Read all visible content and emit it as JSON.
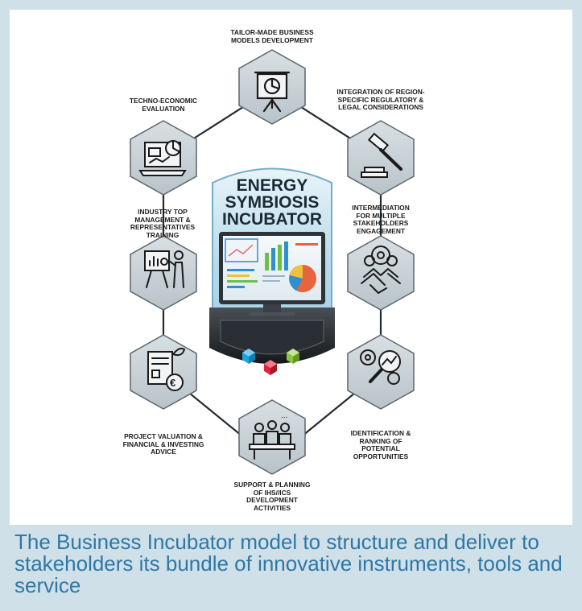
{
  "diagram": {
    "center_title_lines": [
      "ENERGY",
      "SYMBIOSIS",
      "INCUBATOR"
    ],
    "services": [
      {
        "id": "top",
        "label": "TAILOR-MADE BUSINESS\nMODELS DEVELOPMENT",
        "icon": "presentation-board-icon"
      },
      {
        "id": "upper-right",
        "label": "INTEGRATION OF REGION-\nSPECIFIC REGULATORY &\nLEGAL CONSIDERATIONS",
        "icon": "gavel-icon"
      },
      {
        "id": "middle-right",
        "label": "INTERMEDIATION\nFOR MULTIPLE\nSTAKEHOLDERS\nENGAGEMENT",
        "icon": "handshake-icon"
      },
      {
        "id": "lower-right",
        "label": "IDENTIFICATION &\nRANKING OF\nPOTENTIAL\nOPPORTUNITIES",
        "icon": "magnifier-gears-icon"
      },
      {
        "id": "bottom",
        "label": "SUPPORT & PLANNING\nOF IHS//ICS\nDEVELOPMENT\nACTIVITIES",
        "icon": "meeting-table-icon"
      },
      {
        "id": "lower-left",
        "label": "PROJECT VALUATION &\nFINANCIAL & INVESTING\nADVICE",
        "icon": "euro-document-icon"
      },
      {
        "id": "middle-left",
        "label": "INDUSTRY TOP\nMANAGEMENT &\nREPRESENTATIVES\nTRAINING",
        "icon": "trainer-easel-icon"
      },
      {
        "id": "upper-left",
        "label": "TECHNO-ECONOMIC\nEVALUATION",
        "icon": "laptop-analytics-icon"
      }
    ]
  },
  "caption": "The Business Incubator model to structure and deliver to stakeholders its bundle of innovative instruments, tools and service",
  "colors": {
    "caption_text": "#2f77a6",
    "panel_background": "#cfe0e8",
    "hexagon_fill": "#c9d3d8",
    "shield_glass": "#a9d3e4",
    "accent_cube_blue": "#1fa3df",
    "accent_cube_red": "#e0243e",
    "accent_cube_green": "#8cc63f"
  }
}
